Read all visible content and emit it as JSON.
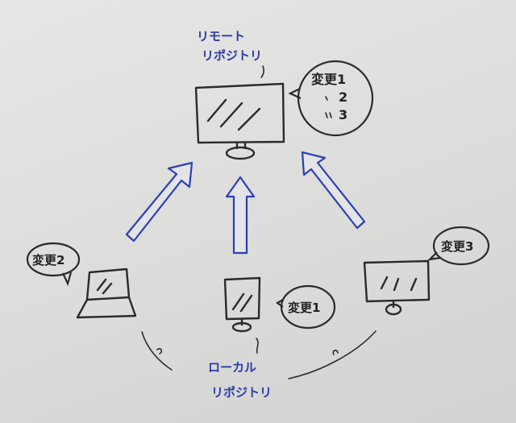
{
  "remote": {
    "label_line1": "リモート",
    "label_line2": "リポジトリ",
    "bubble_line1": "変更1",
    "bubble_line2": "2",
    "bubble_line3": "3"
  },
  "local": {
    "label_line1": "ローカル",
    "label_line2": "リポジトリ"
  },
  "clients": [
    {
      "bubble": "変更2"
    },
    {
      "bubble": "変更1"
    },
    {
      "bubble": "変更3"
    }
  ],
  "colors": {
    "ink": "#2a2a2a",
    "arrow": "#2b3fb5",
    "label": "#2a3aa8",
    "paper": "#e0e0de"
  }
}
